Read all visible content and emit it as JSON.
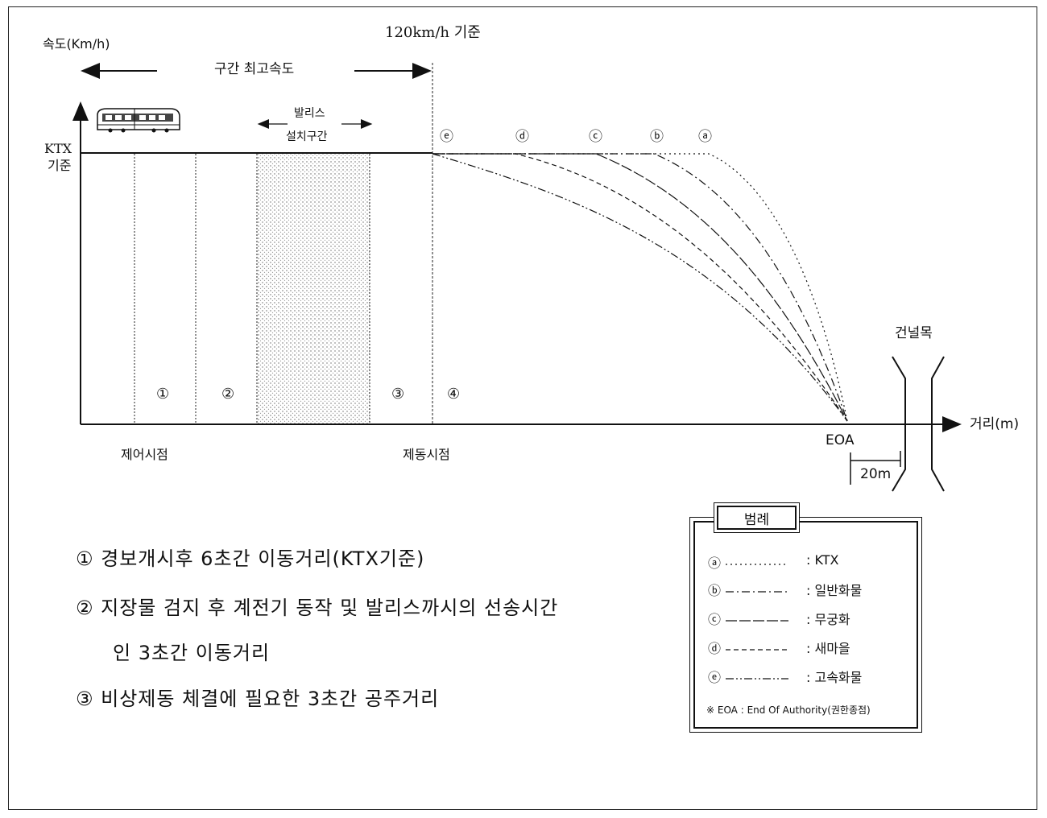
{
  "title_top": "120km/h 기준",
  "axis": {
    "y_label": "속도(Km/h)",
    "x_label": "거리(m)",
    "ktx_ref_line1": "KTX",
    "ktx_ref_line2": "기준"
  },
  "section_speed_label": "구간 최고속도",
  "balise": {
    "line1": "발리스",
    "line2": "설치구간"
  },
  "zone_markers": [
    "①",
    "②",
    "③",
    "④"
  ],
  "curve_markers": [
    "ⓔ",
    "ⓓ",
    "ⓒ",
    "ⓑ",
    "ⓐ"
  ],
  "control_point": "제어시점",
  "braking_point": "제동시점",
  "eoa": "EOA",
  "crossing": "건널목",
  "distance_20m": "20m",
  "notes": [
    "① 경보개시후  6초간 이동거리(KTX기준)",
    "② 지장물 검지 후 계전기 동작 및 발리스까시의 선송시간",
    "인 3초간  이동거리",
    "③ 비상제동 체결에 필요한 3초간 공주거리"
  ],
  "legend": {
    "title": "범례",
    "items": [
      {
        "mark": "ⓐ",
        "label": ": KTX",
        "dash": "2,4"
      },
      {
        "mark": "ⓑ",
        "label": ": 일반화물",
        "dash": "10,4,2,4"
      },
      {
        "mark": "ⓒ",
        "label": ": 무궁화",
        "dash": "14,3"
      },
      {
        "mark": "ⓓ",
        "label": ": 새마을",
        "dash": "6,4"
      },
      {
        "mark": "ⓔ",
        "label": ": 고속화물",
        "dash": "10,3,2,3,2,3"
      }
    ],
    "footnote": "※ EOA : End Of Authority(권한종점)"
  }
}
